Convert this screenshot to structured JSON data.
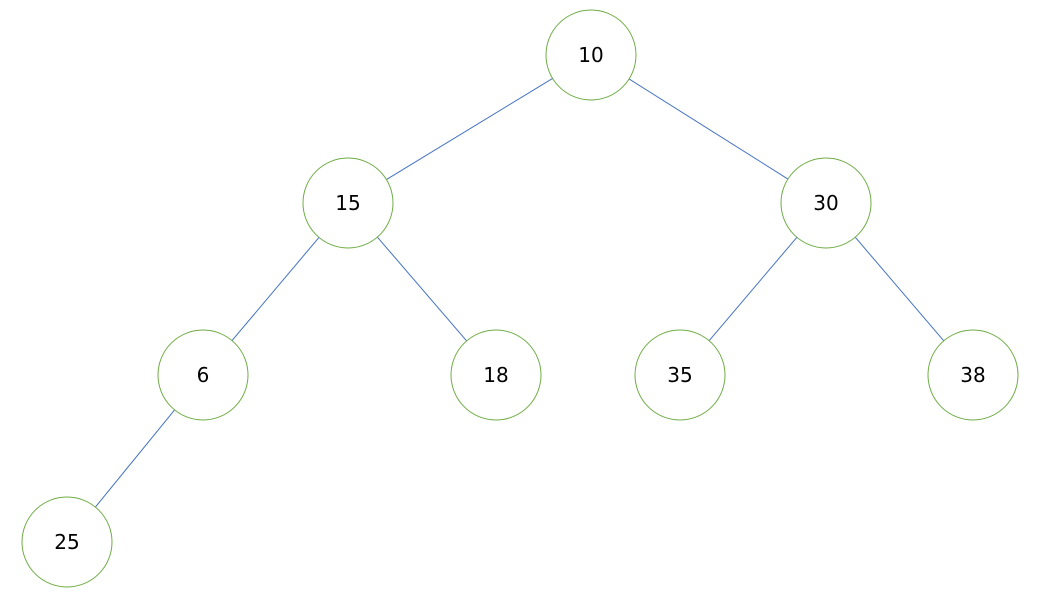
{
  "tree": {
    "nodes": [
      {
        "id": "n10",
        "label": "10"
      },
      {
        "id": "n15",
        "label": "15"
      },
      {
        "id": "n30",
        "label": "30"
      },
      {
        "id": "n6",
        "label": "6"
      },
      {
        "id": "n18",
        "label": "18"
      },
      {
        "id": "n35",
        "label": "35"
      },
      {
        "id": "n38",
        "label": "38"
      },
      {
        "id": "n25",
        "label": "25"
      }
    ],
    "edges": [
      {
        "from": "n10",
        "to": "n15"
      },
      {
        "from": "n10",
        "to": "n30"
      },
      {
        "from": "n15",
        "to": "n6"
      },
      {
        "from": "n15",
        "to": "n18"
      },
      {
        "from": "n30",
        "to": "n35"
      },
      {
        "from": "n30",
        "to": "n38"
      },
      {
        "from": "n6",
        "to": "n25"
      }
    ]
  },
  "colors": {
    "node_stroke": "#70ad47",
    "edge_stroke": "#4472c4",
    "node_fill": "#ffffff",
    "text": "#000000"
  }
}
